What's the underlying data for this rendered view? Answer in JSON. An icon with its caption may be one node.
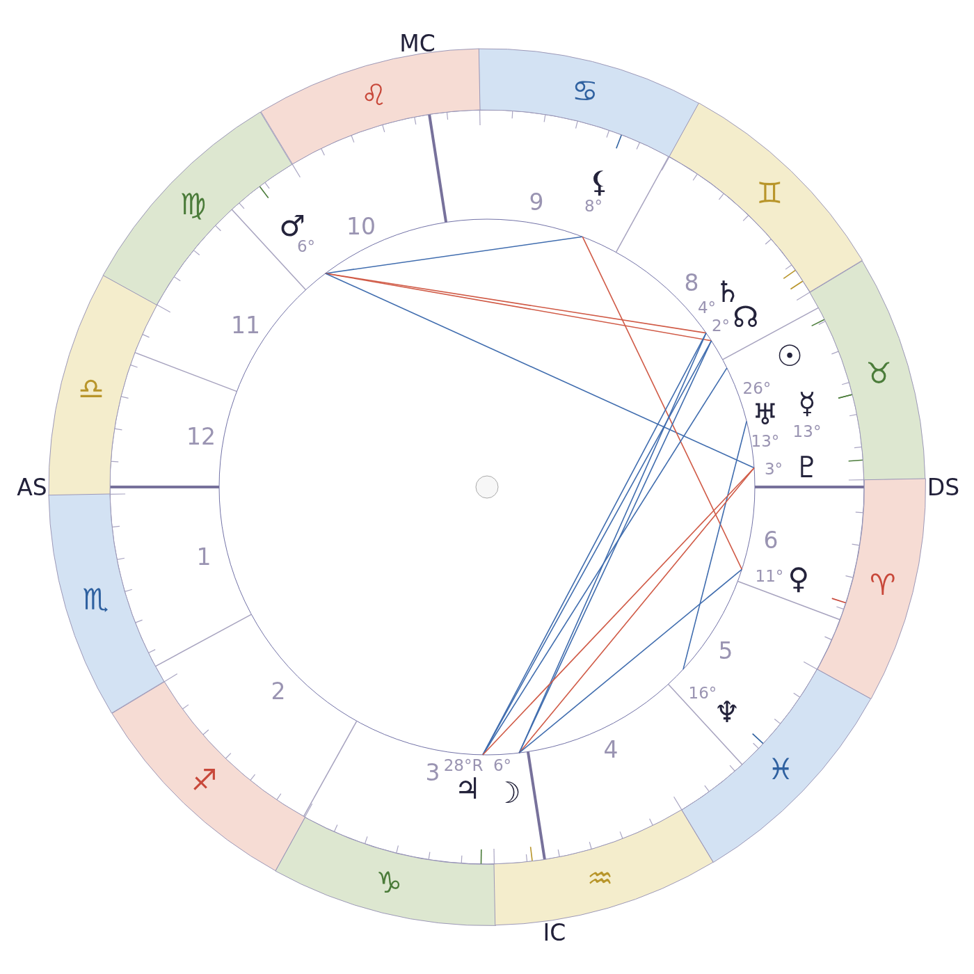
{
  "diagram": {
    "nodes": [
      {
        "text": [
          "♋"
        ]
      },
      {
        "text": [
          "♌"
        ]
      },
      {
        "text": [
          "⚸"
        ],
        "beside": [
          "8°"
        ]
      },
      {
        "text": [
          "♊"
        ]
      },
      {
        "text": [
          "♍"
        ]
      },
      {
        "text": [
          "♂"
        ],
        "beside": [
          "6°"
        ]
      },
      {
        "text": [
          "♄"
        ],
        "beside": [
          "4°"
        ]
      },
      {
        "text": [
          "☉"
        ],
        "beside": [
          "26°"
        ]
      },
      {
        "text": [
          "☊"
        ],
        "beside": [
          "2°"
        ]
      },
      {
        "text": [
          "♉"
        ]
      },
      {
        "text": [
          "♎"
        ]
      },
      {
        "text": [
          "☿"
        ],
        "beside": [
          "13°"
        ]
      },
      {
        "text": [
          "♅"
        ],
        "beside": [
          "13°"
        ]
      },
      {
        "text": [
          "♇"
        ],
        "beside": [
          "3°"
        ]
      },
      {
        "text": [
          "♈"
        ]
      },
      {
        "text": [
          "♀"
        ],
        "beside": [
          "11°"
        ]
      },
      {
        "text": [
          "♏"
        ]
      },
      {
        "text": [
          "♆"
        ],
        "beside": [
          "16°"
        ]
      },
      {
        "text": [
          "♃"
        ],
        "beside": [
          "28°R"
        ]
      },
      {
        "text": [
          "♓"
        ]
      },
      {
        "text": [
          "♐"
        ]
      },
      {
        "text": [
          "☽"
        ],
        "beside": [
          "6°"
        ]
      },
      {
        "text": [
          "♑"
        ]
      },
      {
        "text": [
          "♒"
        ]
      }
    ],
    "edges": [
      {
        "from": 5,
        "to": 2,
        "arrow": "none"
      },
      {
        "from": 5,
        "to": 6,
        "arrow": "none",
        "color": "#d05a46"
      },
      {
        "from": 5,
        "to": 8,
        "arrow": "none",
        "color": "#d05a46"
      },
      {
        "from": 5,
        "to": 13,
        "arrow": "none"
      },
      {
        "from": 2,
        "to": 15,
        "arrow": "none",
        "color": "#d05a46"
      },
      {
        "from": 6,
        "to": 18,
        "arrow": "none"
      },
      {
        "from": 8,
        "to": 18,
        "arrow": "none"
      },
      {
        "from": 7,
        "to": 18,
        "arrow": "none"
      },
      {
        "from": 6,
        "to": 21,
        "arrow": "none"
      },
      {
        "from": 8,
        "to": 21,
        "arrow": "none"
      },
      {
        "from": 12,
        "to": 17,
        "arrow": "none"
      },
      {
        "from": 13,
        "to": 18,
        "arrow": "none",
        "color": "#d05a46"
      },
      {
        "from": 13,
        "to": 21,
        "arrow": "none",
        "color": "#d05a46"
      },
      {
        "from": 15,
        "to": 21,
        "arrow": "none"
      }
    ],
    "labels": [
      "MC",
      "9",
      "10",
      "8",
      "11",
      "12",
      "AS",
      "DS",
      "6",
      "1",
      "5",
      "2",
      "4",
      "3",
      "IC"
    ]
  }
}
